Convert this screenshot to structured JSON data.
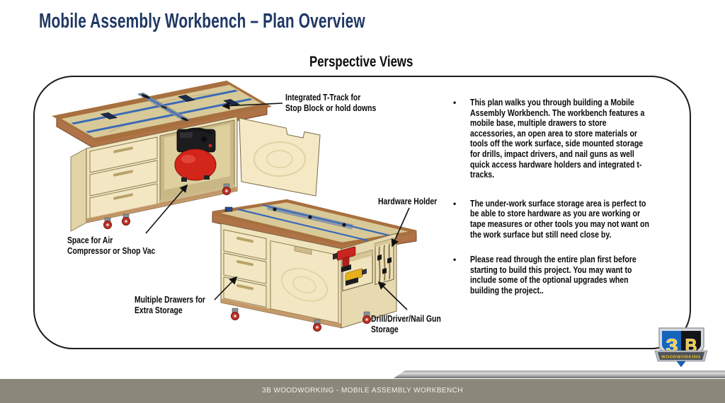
{
  "slide": {
    "title": "Mobile Assembly Workbench – Plan Overview",
    "section_heading": "Perspective Views",
    "bullet_marker": "•",
    "callouts": [
      {
        "id": "t-track",
        "text": "Integrated T-Track for\nStop Block or hold downs"
      },
      {
        "id": "hardware-holder",
        "text": "Hardware Holder"
      },
      {
        "id": "air-compressor",
        "text": "Space for Air\nCompressor or Shop Vac"
      },
      {
        "id": "drawers",
        "text": "Multiple Drawers for\nExtra Storage"
      },
      {
        "id": "drill-storage",
        "text": "Drill/Driver/Nail Gun\nStorage"
      }
    ],
    "bullets": [
      "This plan walks you through building a Mobile Assembly Workbench.  The workbench features a mobile base, multiple drawers to store accessories, an open area to store materials or tools off the work surface, side mounted storage for drills, impact drivers, and nail guns as well quick access hardware holders and integrated t-tracks.",
      "The under-work surface storage area is perfect to be able to store hardware as you are working or tape measures or other tools you may not want on the work surface but still need close by.",
      "Please read through the entire plan first before starting to build this project. You may want to include some of the optional upgrades when building the project.."
    ],
    "logo": {
      "monogram_3": "3",
      "monogram_b": "B",
      "wordmark": "WOODWORKING"
    },
    "footer": "3B WOODWORKING - MOBILE ASSEMBLY WORKBENCH",
    "colors": {
      "title_navy": "#1f3864",
      "footer_bar": "#8b887b",
      "track_blue": "#3a6ab8",
      "compressor_red": "#d3251a",
      "plywood": "#efe4bc",
      "trim_brown": "#a8703f",
      "logo_blue": "#1565bb",
      "logo_yellow": "#f6c41d"
    }
  }
}
